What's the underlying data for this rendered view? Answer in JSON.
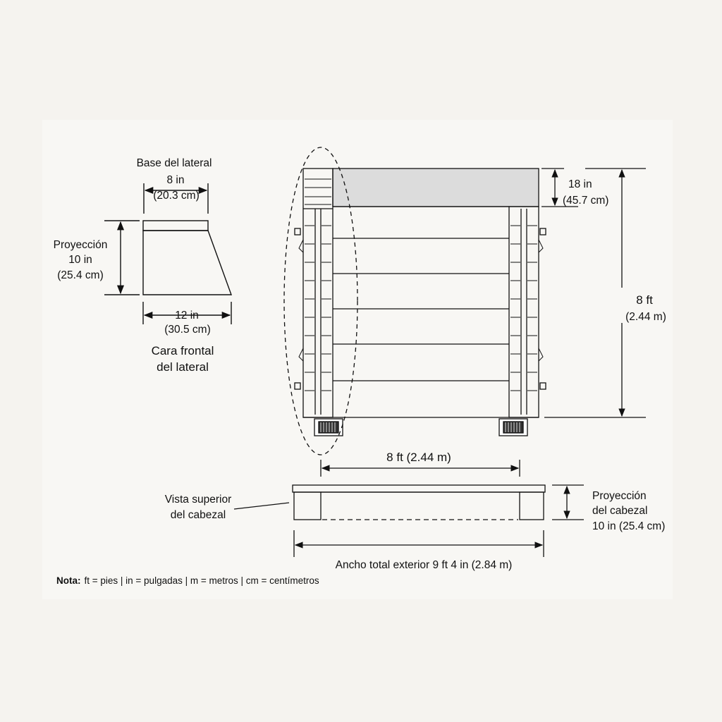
{
  "side_piece": {
    "base_label": "Base del lateral",
    "base_in": "8 in",
    "base_cm": "(20.3 cm)",
    "projection_label": "Proyección",
    "projection_in": "10 in",
    "projection_cm": "(25.4 cm)",
    "width_in": "12 in",
    "width_cm": "(30.5 cm)",
    "caption_line1": "Cara frontal",
    "caption_line2": "del lateral"
  },
  "front_view": {
    "header_in": "18 in",
    "header_cm": "(45.7 cm)",
    "height_ft": "8 ft",
    "height_m": "(2.44 m)"
  },
  "top_view": {
    "inner_width": "8 ft (2.44 m)",
    "label_line1": "Vista superior",
    "label_line2": "del cabezal",
    "projection_line1": "Proyección",
    "projection_line2": "del cabezal",
    "projection_line3": "10 in (25.4 cm)",
    "total_width": "Ancho total exterior 9 ft 4 in (2.84 m)"
  },
  "note": {
    "prefix": "Nota:",
    "text": "ft = pies | in = pulgadas | m = metros | cm = centímetros"
  },
  "colors": {
    "header_fill": "#dcdcdc",
    "line": "#111111"
  }
}
